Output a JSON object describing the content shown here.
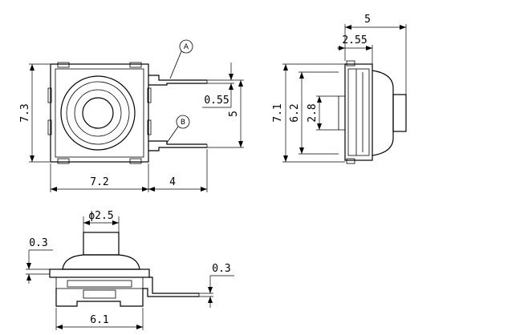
{
  "top_view": {
    "dim_height": "7.3",
    "dim_width_body": "7.2",
    "dim_width_leads": "4",
    "dim_lead_width": "0.55",
    "dim_lead_pitch": "5",
    "lead_a_label": "A",
    "lead_b_label": "B"
  },
  "side_view": {
    "dim_total_width": "5",
    "dim_inner_width": "2.55",
    "dim_height_outer": "7.1",
    "dim_height_inner": "6.2",
    "dim_height_small": "2.8"
  },
  "front_view": {
    "dim_actuator_diameter": "ϕ2.5",
    "dim_left_thickness": "0.3",
    "dim_right_thickness": "0.3",
    "dim_base_width": "6.1"
  }
}
